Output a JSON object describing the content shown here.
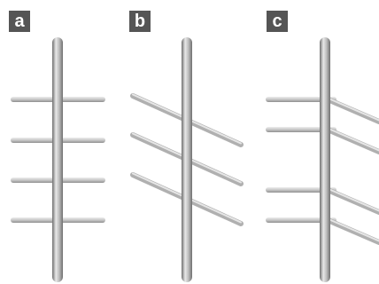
{
  "panels": [
    {
      "id": "a",
      "label": "a"
    },
    {
      "id": "b",
      "label": "b"
    },
    {
      "id": "c",
      "label": "c"
    }
  ],
  "colors": {
    "label_bg": "#555555",
    "label_text": "#ffffff",
    "rod_light": "#e8e8e8",
    "rod_mid": "#bdbdbd",
    "rod_dark": "#6f6f6f",
    "bar_light": "#eeeeee",
    "bar_dark": "#8e8e8e"
  }
}
